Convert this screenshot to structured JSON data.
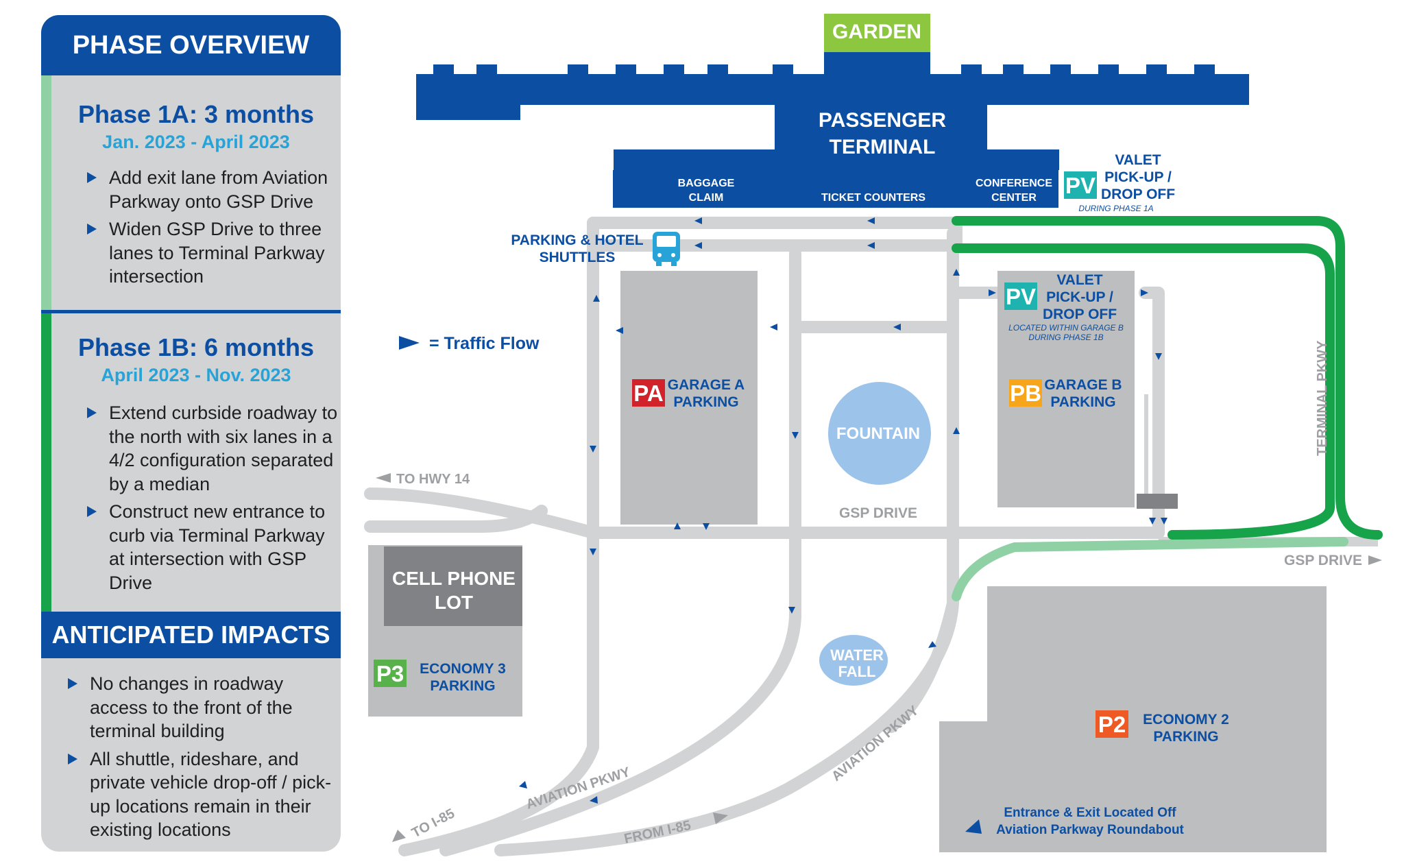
{
  "sidebar": {
    "header": "PHASE OVERVIEW",
    "phase_1a": {
      "title": "Phase 1A: 3 months",
      "dates": "Jan. 2023 - April 2023",
      "bullets": [
        {
          "label": "Add exit lane from Aviation Parkway onto GSP Drive"
        },
        {
          "label": "Widen GSP Drive to three lanes to Terminal Parkway intersection"
        }
      ]
    },
    "phase_1b": {
      "title": "Phase 1B: 6 months",
      "dates": "April 2023 - Nov. 2023",
      "bullets": [
        {
          "label": "Extend curbside roadway to the north with six lanes in a 4/2 configuration separated by a median"
        },
        {
          "label": "Construct new entrance to curb via Terminal Parkway at intersection with GSP Drive"
        }
      ]
    },
    "impacts_header": "ANTICIPATED IMPACTS",
    "impacts": [
      {
        "label": "No changes in roadway access to the front of the terminal building"
      },
      {
        "label": "All shuttle, rideshare, and private vehicle drop-off / pick-up locations remain in their existing locations"
      }
    ]
  },
  "map": {
    "garden": "GARDEN",
    "terminal_line1": "PASSENGER",
    "terminal_line2": "TERMINAL",
    "baggage_line1": "BAGGAGE",
    "baggage_line2": "CLAIM",
    "ticket_counters": "TICKET COUNTERS",
    "conference_line1": "CONFERENCE",
    "conference_line2": "CENTER",
    "valet_top": {
      "badge": "PV",
      "line1": "VALET",
      "line2": "PICK-UP /",
      "line3": "DROP OFF",
      "note": "DURING PHASE 1A"
    },
    "valet_garage": {
      "badge": "PV",
      "line1": "VALET",
      "line2": "PICK-UP /",
      "line3": "DROP OFF",
      "note1": "LOCATED WITHIN GARAGE B",
      "note2": "DURING PHASE 1B"
    },
    "shuttles_line1": "PARKING & HOTEL",
    "shuttles_line2": "SHUTTLES",
    "legend": "= Traffic Flow",
    "garage_a": {
      "badge": "PA",
      "line1": "GARAGE A",
      "line2": "PARKING"
    },
    "garage_b": {
      "badge": "PB",
      "line1": "GARAGE B",
      "line2": "PARKING"
    },
    "fountain": "FOUNTAIN",
    "gsp_drive": "GSP DRIVE",
    "gsp_drive_east": "GSP DRIVE",
    "terminal_pkwy": "TERMINAL PKWY",
    "to_hwy14": "TO HWY 14",
    "cell_phone_line1": "CELL PHONE",
    "cell_phone_line2": "LOT",
    "economy3": {
      "badge": "P3",
      "line1": "ECONOMY 3",
      "line2": "PARKING"
    },
    "economy2": {
      "badge": "P2",
      "line1": "ECONOMY 2",
      "line2": "PARKING"
    },
    "waterfall_line1": "WATER",
    "waterfall_line2": "FALL",
    "aviation_pkwy_1": "AVIATION PKWY",
    "aviation_pkwy_2": "AVIATION PKWY",
    "to_i85": "TO I-85",
    "from_i85": "FROM I-85",
    "p2_entrance_line1": "Entrance & Exit Located Off",
    "p2_entrance_line2": "Aviation Parkway Roundabout"
  },
  "colors": {
    "navy": "#0b4ea2",
    "road": "#d1d3d4",
    "garage": "#bcbec0",
    "lot": "#808285",
    "green": "#17a34a",
    "light_green": "#8fd1a4",
    "teal": "#1fb3b0",
    "pa_red": "#d2232a",
    "pb_orange": "#f7a51b",
    "p3_green": "#58b14a",
    "p2_orange": "#ef5a24",
    "water": "#9cc3ea",
    "garden": "#8dc63f"
  }
}
